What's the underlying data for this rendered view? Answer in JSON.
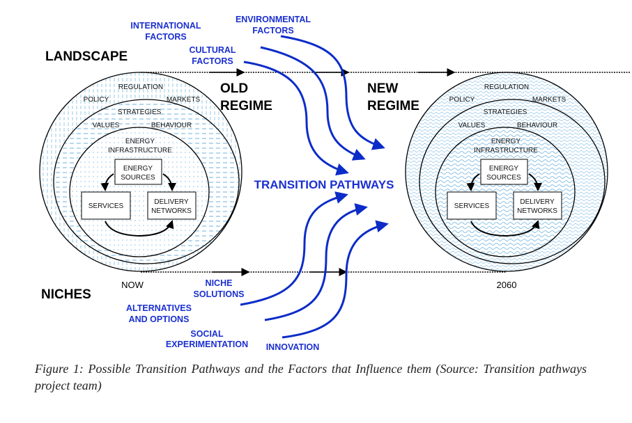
{
  "landscape_label": "LANDSCAPE",
  "niches_label": "NICHES",
  "old_regime": [
    "OLD",
    "REGIME"
  ],
  "new_regime": [
    "NEW",
    "REGIME"
  ],
  "transition_pathways": "TRANSITION PATHWAYS",
  "time_start": "NOW",
  "time_end": "2060",
  "landscape_factors": {
    "international": [
      "INTERNATIONAL",
      "FACTORS"
    ],
    "environmental": [
      "ENVIRONMENTAL",
      "FACTORS"
    ],
    "cultural": [
      "CULTURAL",
      "FACTORS"
    ]
  },
  "niche_factors": {
    "niche_solutions": [
      "NICHE",
      "SOLUTIONS"
    ],
    "alternatives": [
      "ALTERNATIVES",
      "AND OPTIONS"
    ],
    "social": [
      "SOCIAL",
      "EXPERIMENTATION"
    ],
    "innovation": "INNOVATION"
  },
  "regime": {
    "regulation": "REGULATION",
    "policy": "POLICY",
    "markets": "MARKETS",
    "strategies": "STRATEGIES",
    "values": "VALUES",
    "behaviour": "BEHAVIOUR",
    "infrastructure": [
      "ENERGY",
      "INFRASTRUCTURE"
    ],
    "energy_sources": [
      "ENERGY",
      "SOURCES"
    ],
    "services": "SERVICES",
    "delivery_networks": [
      "DELIVERY",
      "NETWORKS"
    ]
  },
  "colors": {
    "accent": "#1a2fd0",
    "hatch": "#9ecbe8"
  },
  "caption": "Figure 1: Possible Transition Pathways and the Factors that Influence them (Source: Transition pathways project team)"
}
